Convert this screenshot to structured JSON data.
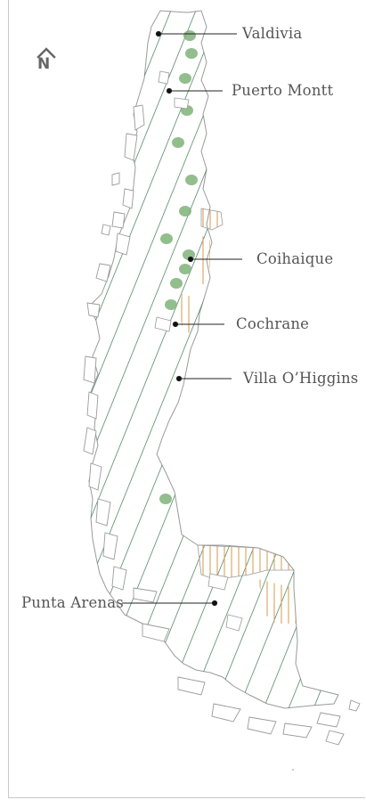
{
  "map": {
    "north_indicator": "N",
    "colors": {
      "land_outline": "#9a9a9a",
      "hatch_green": "#2f6e45",
      "hatch_orange": "#d8a35a",
      "patch_green": "#7fb37a",
      "leader": "#222222",
      "label": "#555555"
    },
    "cities": [
      {
        "id": "valdivia",
        "name": "Valdivia"
      },
      {
        "id": "puerto-montt",
        "name": "Puerto Montt"
      },
      {
        "id": "coihaique",
        "name": "Coihaique"
      },
      {
        "id": "cochrane",
        "name": "Cochrane"
      },
      {
        "id": "villa-ohiggins",
        "name": "Villa O’Higgins"
      },
      {
        "id": "punta-arenas",
        "name": "Punta Arenas"
      }
    ]
  }
}
